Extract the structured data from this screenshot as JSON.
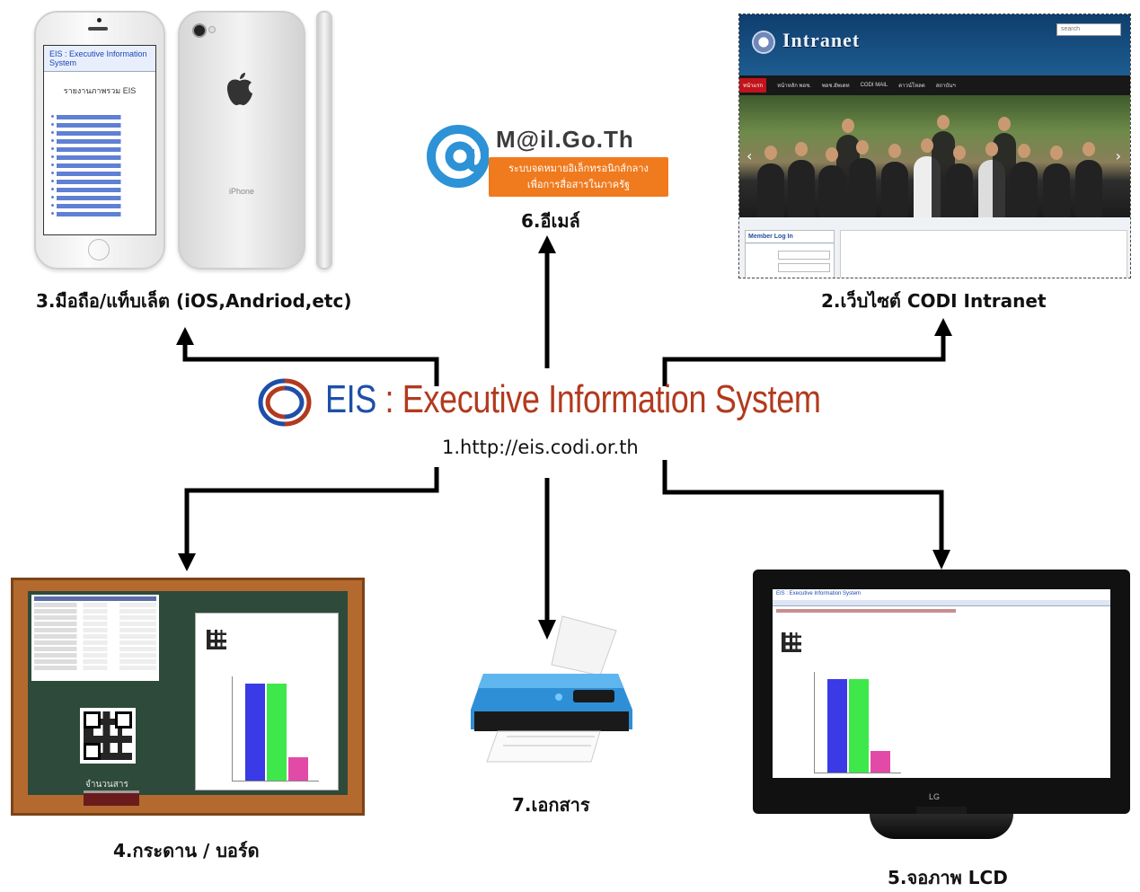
{
  "center": {
    "logo_eis": "EIS",
    "logo_rest": " : Executive Information System",
    "url": "1.http://eis.codi.or.th"
  },
  "nodes": {
    "mobile": {
      "caption": "3.มือถือ/แท็บเล็ต (iOS,Andriod,etc)",
      "screen_header": "EIS : Executive Information System",
      "screen_title": "รายงานภาพรวม EIS",
      "phone_brand": "iPhone"
    },
    "intranet": {
      "caption": "2.เว็บไซต์ CODI Intranet",
      "site_title": "Intranet",
      "search_placeholder": "search",
      "nav_items": [
        "หน้าแรก",
        "หน้าหลัก พอช.",
        "พอช.อัพเดท",
        "CODI MAIL",
        "ดาวน์โหลด",
        "สถาบันฯ"
      ],
      "login_title": "Member Log In"
    },
    "email": {
      "caption": "6.อีเมล์",
      "brand": "M@il.Go.Th",
      "tagline_line1": "ระบบจดหมายอิเล็กทรอนิกส์กลาง",
      "tagline_line2": "เพื่อการสื่อสารในภาครัฐ"
    },
    "board": {
      "caption": "4.กระดาน / บอร์ด",
      "qr_label": "จำนวนสาร"
    },
    "printer": {
      "caption": "7.เอกสาร"
    },
    "lcd": {
      "caption": "5.จอภาพ LCD",
      "screen_header": "EIS : Executive Information System",
      "brand": "LG"
    }
  },
  "colors": {
    "eis_blue": "#1e4fa8",
    "eis_red": "#b23a1e",
    "arrow": "#000000",
    "mail_orange": "#f07a1e",
    "chart_bar_blue": "#3a3ae6",
    "chart_bar_green": "#3ee84a",
    "chart_bar_pink": "#e24aa8"
  }
}
